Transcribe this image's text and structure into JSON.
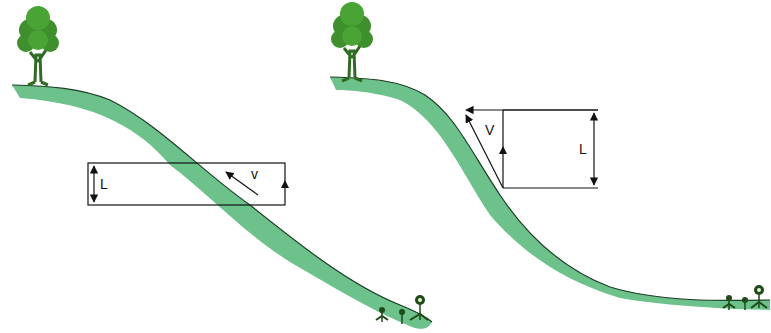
{
  "diagram": {
    "labels": [
      "L",
      "v",
      "V",
      "L"
    ]
  }
}
